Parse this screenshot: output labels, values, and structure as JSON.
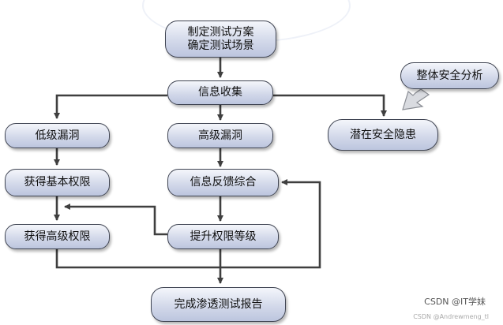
{
  "nodes": {
    "plan": {
      "line1": "制定测试方案",
      "line2": "确定测试场景"
    },
    "collect": "信息收集",
    "low_vuln": "低级漏洞",
    "high_vuln": "高级漏洞",
    "overall_analysis": "整体安全分析",
    "potential_risk": "潜在安全隐患",
    "basic_priv": "获得基本权限",
    "feedback": "信息反馈综合",
    "escalate": "提升权限等级",
    "high_priv": "获得高级权限",
    "report": "完成渗透测试报告"
  },
  "watermark": {
    "main": "CSDN @IT学妹",
    "sub": "CSDN @Andrewmeng_tl"
  },
  "colors": {
    "node_top": "#f4f6fb",
    "node_bottom": "#bcc5de",
    "border": "#3f4452",
    "connector": "#3f3f3f",
    "hollow_arrow_fill": "#d9dbe0"
  }
}
